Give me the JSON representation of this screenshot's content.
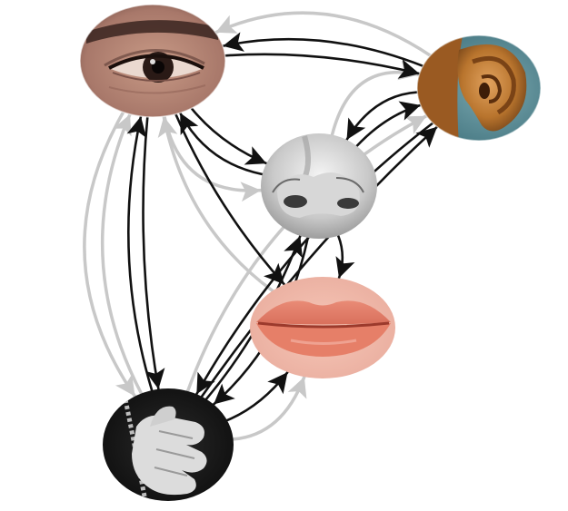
{
  "diagram": {
    "nodes": [
      {
        "id": "eye",
        "icon": "eye-icon"
      },
      {
        "id": "ear",
        "icon": "ear-icon"
      },
      {
        "id": "nose",
        "icon": "nose-icon"
      },
      {
        "id": "mouth",
        "icon": "lips-icon"
      },
      {
        "id": "hand",
        "icon": "hand-icon"
      }
    ],
    "edges": [
      {
        "from": "eye",
        "to": "ear",
        "style": "black"
      },
      {
        "from": "ear",
        "to": "eye",
        "style": "black"
      },
      {
        "from": "ear",
        "to": "eye",
        "style": "gray"
      },
      {
        "from": "eye",
        "to": "nose",
        "style": "black"
      },
      {
        "from": "nose",
        "to": "eye",
        "style": "black"
      },
      {
        "from": "eye",
        "to": "nose",
        "style": "gray"
      },
      {
        "from": "nose",
        "to": "ear",
        "style": "black"
      },
      {
        "from": "ear",
        "to": "nose",
        "style": "black"
      },
      {
        "from": "nose",
        "to": "ear",
        "style": "gray"
      },
      {
        "from": "eye",
        "to": "mouth",
        "style": "black"
      },
      {
        "from": "mouth",
        "to": "eye",
        "style": "gray"
      },
      {
        "from": "nose",
        "to": "mouth",
        "style": "black"
      },
      {
        "from": "eye",
        "to": "hand",
        "style": "black"
      },
      {
        "from": "hand",
        "to": "eye",
        "style": "black"
      },
      {
        "from": "hand",
        "to": "eye",
        "style": "gray"
      },
      {
        "from": "eye",
        "to": "hand",
        "style": "gray"
      },
      {
        "from": "hand",
        "to": "mouth",
        "style": "black"
      },
      {
        "from": "hand",
        "to": "mouth",
        "style": "gray"
      },
      {
        "from": "hand",
        "to": "nose",
        "style": "black"
      },
      {
        "from": "nose",
        "to": "hand",
        "style": "black"
      },
      {
        "from": "hand",
        "to": "ear",
        "style": "black"
      },
      {
        "from": "ear",
        "to": "hand",
        "style": "black"
      },
      {
        "from": "hand",
        "to": "ear",
        "style": "gray"
      }
    ],
    "colors": {
      "black_arrow": "#111111",
      "gray_arrow": "#c8c8c8",
      "background": "#ffffff"
    }
  }
}
